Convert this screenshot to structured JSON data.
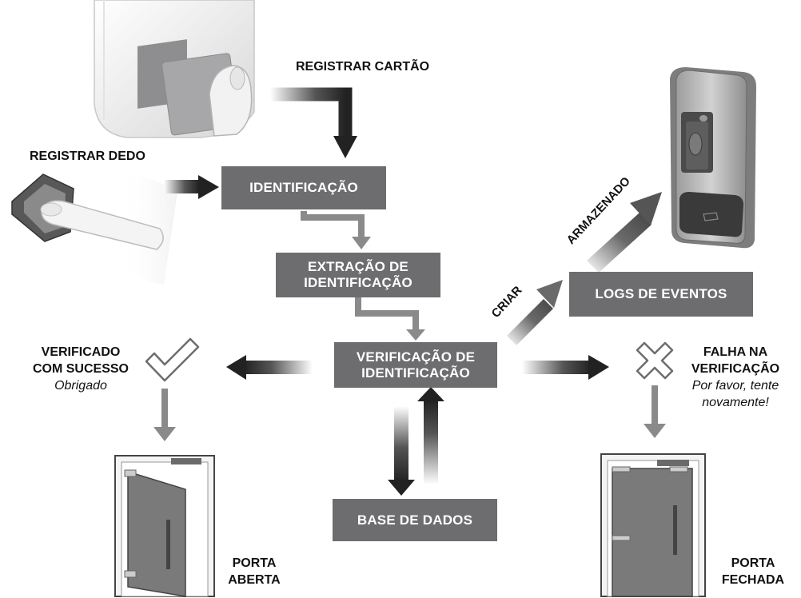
{
  "boxes": {
    "identificacao": "IDENTIFICAÇÃO",
    "extracao_line1": "EXTRAÇÃO DE",
    "extracao_line2": "IDENTIFICAÇÃO",
    "verificacao_line1": "VERIFICAÇÃO DE",
    "verificacao_line2": "IDENTIFICAÇÃO",
    "logs": "LOGS DE EVENTOS",
    "base": "BASE DE DADOS"
  },
  "labels": {
    "registrar_cartao": "REGISTRAR CARTÃO",
    "registrar_dedo": "REGISTRAR DEDO",
    "armazenado": "ARMAZENADO",
    "criar": "CRIAR",
    "sucesso_line1": "VERIFICADO",
    "sucesso_line2": "COM SUCESSO",
    "sucesso_sub": "Obrigado",
    "falha_line1": "FALHA NA",
    "falha_line2": "VERIFICAÇÃO",
    "falha_sub1": "Por favor, tente",
    "falha_sub2": "novamente!",
    "porta_aberta_line1": "PORTA",
    "porta_aberta_line2": "ABERTA",
    "porta_fechada_line1": "PORTA",
    "porta_fechada_line2": "FECHADA"
  },
  "icons": {
    "check": "check-icon",
    "cross": "cross-icon",
    "card_reader": "card-reader-illustration",
    "fingerprint_scanner": "fingerprint-scanner-illustration",
    "access_terminal": "access-terminal-illustration",
    "open_door": "open-door-illustration",
    "closed_door": "closed-door-illustration"
  },
  "colors": {
    "box": "#6d6d6f",
    "arrow_dark": "#333333",
    "arrow_mid": "#8a8a8a",
    "text": "#111111"
  }
}
